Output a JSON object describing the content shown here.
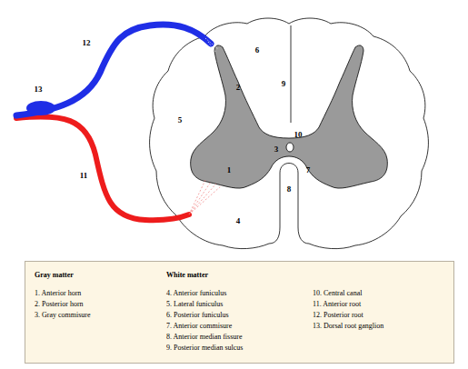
{
  "diagram": {
    "nodes": [
      {
        "text": [
          "Gray matter",
          "1. Anterior horn",
          "2. Posterior horn",
          "3. Gray commisure",
          "White matter",
          "4. Anterior funiculus",
          "5. Lateral funiculus",
          "6. Posterior funiculus",
          "7. Anterior commisure",
          "8. Anterior median fissure",
          "9. Posterior median sulcus",
          "10. Central canal",
          "11. Anterior root",
          "12. Posterior root",
          "13. Dorsal root ganglion"
        ]
      }
    ],
    "labels": [
      "12",
      "6",
      "9",
      "13",
      "2",
      "5",
      "10",
      "3",
      "1",
      "7",
      "11",
      "8",
      "4"
    ]
  }
}
